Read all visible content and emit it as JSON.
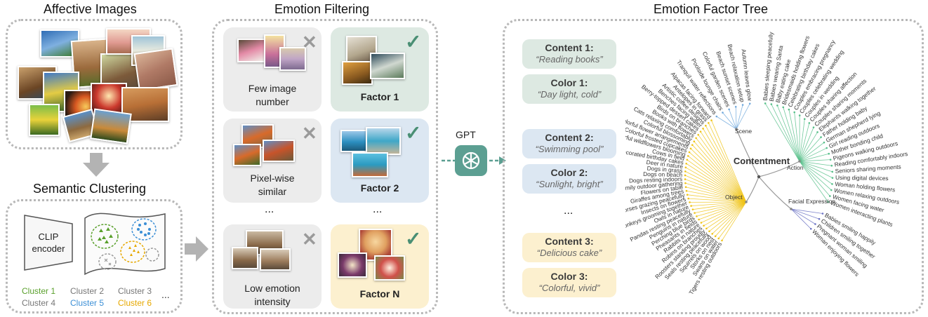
{
  "affective": {
    "title": "Affective Images"
  },
  "clustering": {
    "title": "Semantic Clustering",
    "encoder_line1": "CLIP",
    "encoder_line2": "encoder",
    "clusters": [
      {
        "label": "Cluster 1",
        "color": "#5aa02c"
      },
      {
        "label": "Cluster 2",
        "color": "#777777"
      },
      {
        "label": "Cluster 3",
        "color": "#777777"
      },
      {
        "label": "Cluster 4",
        "color": "#777777"
      },
      {
        "label": "Cluster 5",
        "color": "#3b8fd6"
      },
      {
        "label": "Cluster 6",
        "color": "#e6a800"
      }
    ],
    "ellipsis": "..."
  },
  "filtering": {
    "title": "Emotion Filtering",
    "rejected": [
      {
        "line1": "Few image",
        "line2": "number"
      },
      {
        "line1": "Pixel-wise",
        "line2": "similar"
      },
      {
        "line1": "Low emotion",
        "line2": "intensity"
      }
    ],
    "factors": [
      "Factor 1",
      "Factor 2",
      "Factor N"
    ],
    "ellipsis": "..."
  },
  "gpt": {
    "label": "GPT"
  },
  "tree": {
    "title": "Emotion Factor Tree",
    "root": "Contentment",
    "branches": [
      "Scene",
      "Action",
      "Facial Expression",
      "Object"
    ],
    "pills": [
      {
        "head": "Content 1:",
        "quote": "“Reading books”"
      },
      {
        "head": "Color 1:",
        "quote": "“Day light, cold”"
      },
      {
        "head": "Content 2:",
        "quote": "“Swimming pool”"
      },
      {
        "head": "Color 2:",
        "quote": "“Sunlight, bright”"
      },
      {
        "head": "Content 3:",
        "quote": "“Delicious cake”"
      },
      {
        "head": "Color 3:",
        "quote": "“Colorful, vivid”"
      }
    ],
    "ellipsis": "...",
    "scene_leaves": [
      "Tranquil water reflections",
      "Poolside lounge chairs",
      "Colorful garden scenes",
      "Beach sunset scenes",
      "Beach relaxation setup",
      "Autumn leaves glow"
    ],
    "action_leaves": [
      "Babies sleeping peacefully",
      "Babies wearing Santa",
      "Baby eating cake",
      "Bridesmaids holding flowers",
      "Celebrating birthday cakes",
      "Couples embracing pregnancy",
      "Couples celebrating wedding",
      "Couples in wedding",
      "Couples sharing affection",
      "Couples sharing moments",
      "Elephants walking together",
      "Father holding baby",
      "German shepherd lying",
      "Girl reading outdoors",
      "Mother bonding child",
      "Pigeons walking outdoors",
      "Reading comfortably indoors",
      "Seniors sharing moments",
      "Using digital devices",
      "Woman holding flowers",
      "Women relaxing outdoors",
      "Women facing water",
      "Women interacting plants"
    ],
    "face_leaves": [
      "Babies smiling happily",
      "Children smiling together",
      "Pregnant woman smiling",
      "Woman enjoying flowers"
    ],
    "object_leaves": [
      "Tigers resting outdoors",
      "Swans on water",
      "Storks on nest",
      "Squirrels on wood",
      "Seals resting peacefully",
      "Roosters standing proudly",
      "Robins on branches",
      "Rabbits in nature",
      "Pheasants in fields",
      "Perching blue birds",
      "Penguins in nature",
      "Pandas resting peacefully",
      "Owls in nature",
      "Monkeys grooming together",
      "Insects on flowers",
      "Horses grazing peacefully",
      "Giraffes among trees",
      "Flowers on table",
      "Family outdoor gathering",
      "Dogs resting indoors",
      "Dogs on beach",
      "Dogs in grass",
      "Deer in nature",
      "Decorated birthday cakes",
      "Cows in field",
      "Colorful wildflowers blooming",
      "Colorful frosted cupcakes",
      "Colorful flower arrangements",
      "Colorful blossoming",
      "Cats relaxing comfortably",
      "Books with flowers",
      "Birds on branches",
      "Berry-topped dessert cakes",
      "Benches facing water",
      "Artistic coffee designs",
      "Antelopes in grass",
      "Alpacas facing forward"
    ]
  }
}
